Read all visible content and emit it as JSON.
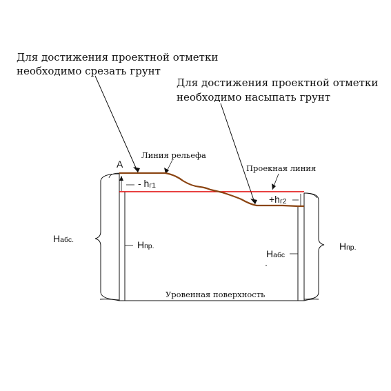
{
  "labels": {
    "cut_note_line1": "Для достижения проектной отметки",
    "cut_note_line2": "необходимо срезать грунт",
    "fill_note_line1": "Для достижения проектной отметки",
    "fill_note_line2": "необходимо насыпать грунт",
    "relief_line": "Линия рельефа",
    "design_line": "Проекная линия",
    "point_a": "А",
    "cut_height_minus": "- h",
    "cut_height_sub": "г1",
    "fill_height_plus": "+h",
    "fill_height_sub": "г2",
    "h_abs_left_main": "H",
    "h_abs_left_sub": "абс.",
    "h_design_left_main": "H",
    "h_design_left_sub": "пр.",
    "h_abs_right_main": "H",
    "h_abs_right_sub": "абс",
    "h_design_right_main": "H",
    "h_design_right_sub": "пр.",
    "level_surface": "Уровенная поверхность"
  },
  "colors": {
    "relief": "#8B4513",
    "design": "#E00000",
    "ink": "#111111"
  }
}
